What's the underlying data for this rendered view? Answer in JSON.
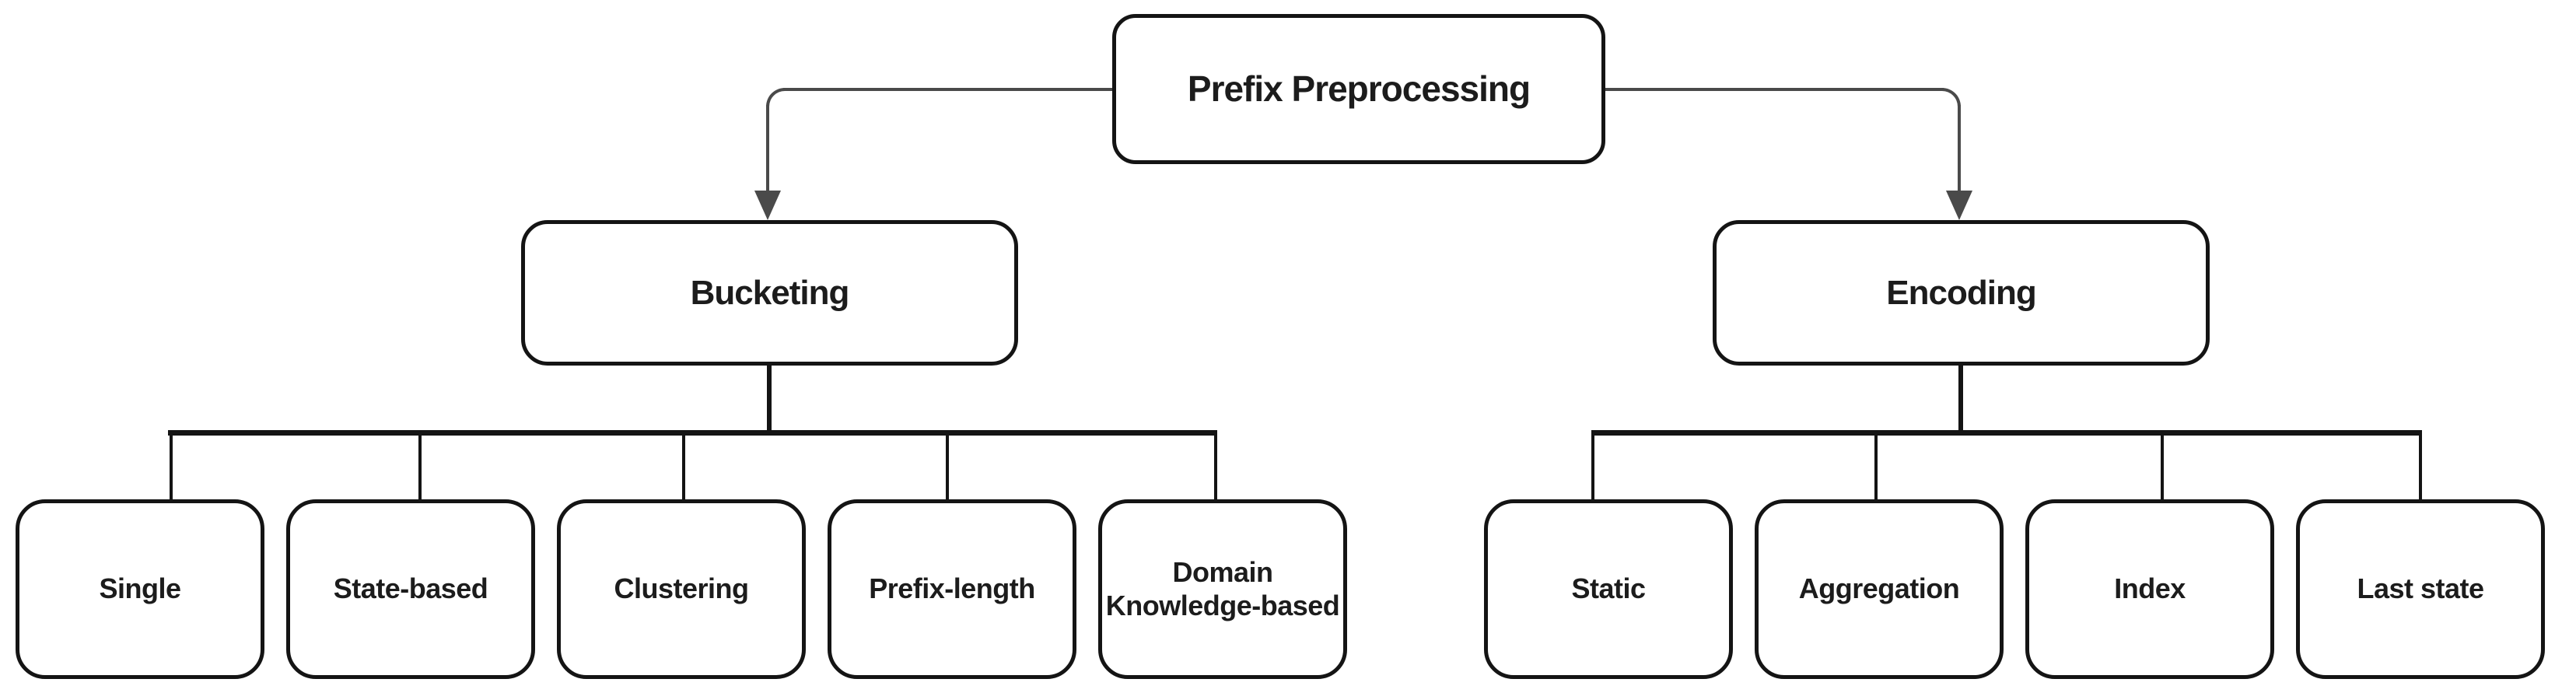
{
  "diagram": {
    "title": "Prefix Preprocessing taxonomy tree",
    "colors": {
      "background": "#ffffff",
      "box_border": "#141414",
      "tree_line": "#141414",
      "connector_arrow": "#4a4a4a",
      "text": "#1c1c1c"
    },
    "root": {
      "label": "Prefix Preprocessing"
    },
    "branches": [
      {
        "id": "bucketing",
        "label": "Bucketing",
        "children": [
          {
            "label": "Single"
          },
          {
            "label": "State-based"
          },
          {
            "label": "Clustering"
          },
          {
            "label": "Prefix-length"
          },
          {
            "label": "Domain Knowledge-based"
          }
        ]
      },
      {
        "id": "encoding",
        "label": "Encoding",
        "children": [
          {
            "label": "Static"
          },
          {
            "label": "Aggregation"
          },
          {
            "label": "Index"
          },
          {
            "label": "Last state"
          }
        ]
      }
    ]
  }
}
